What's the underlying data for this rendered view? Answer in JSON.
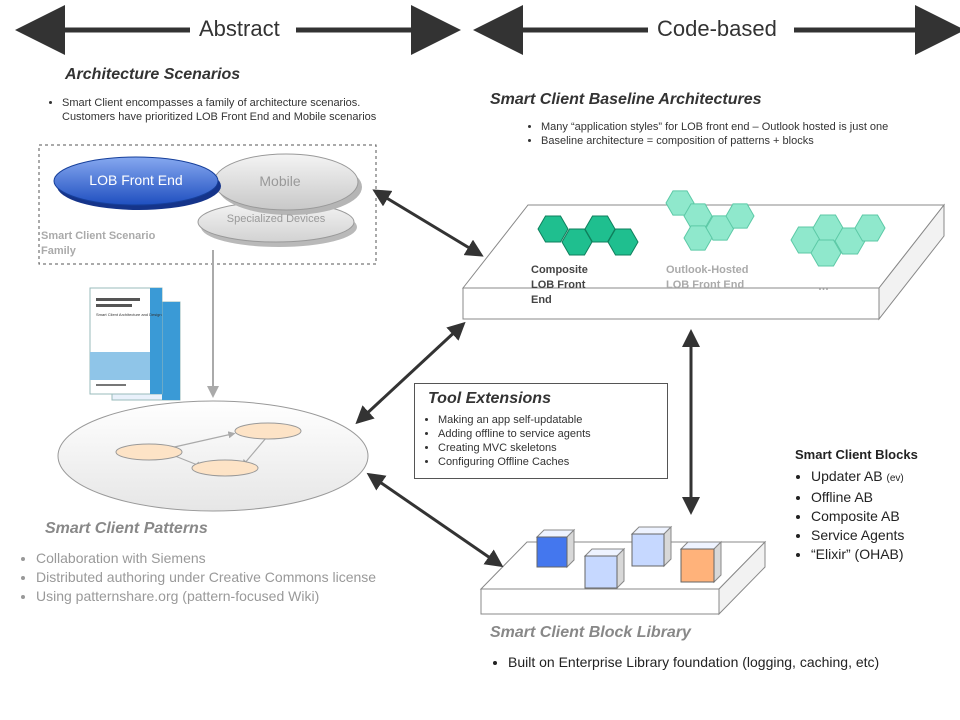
{
  "header": {
    "left": "Abstract",
    "right": "Code-based"
  },
  "architecture_scenarios": {
    "title": "Architecture Scenarios",
    "bullet": "Smart Client encompasses a family of architecture scenarios. Customers have prioritized LOB Front End and Mobile scenarios",
    "family_label": "Smart Client Scenario Family",
    "ellipses": {
      "lob": "LOB Front End",
      "mobile": "Mobile",
      "devices": "Specialized Devices"
    }
  },
  "baseline": {
    "title": "Smart Client Baseline Architectures",
    "bullets": [
      "Many “application styles” for LOB front end – Outlook hosted is just one",
      "Baseline architecture = composition of patterns + blocks"
    ],
    "clusters": [
      "Composite LOB Front End",
      "Outlook-Hosted LOB Front End",
      "…"
    ]
  },
  "tool_extensions": {
    "title": "Tool Extensions",
    "bullets": [
      "Making an app self-updatable",
      "Adding offline to service agents",
      "Creating MVC skeletons",
      "Configuring Offline Caches"
    ]
  },
  "blocks": {
    "title": "Smart Client Blocks",
    "items": [
      {
        "name": "Updater AB",
        "note": "(ev)"
      },
      {
        "name": "Offline AB",
        "note": ""
      },
      {
        "name": "Composite AB",
        "note": ""
      },
      {
        "name": "Service Agents",
        "note": ""
      },
      {
        "name": "“Elixir” (OHAB)",
        "note": ""
      }
    ]
  },
  "patterns": {
    "title": "Smart Client Patterns",
    "bullets": [
      "Collaboration with Siemens",
      "Distributed authoring under Creative Commons license",
      "Using patternshare.org (pattern-focused Wiki)"
    ]
  },
  "block_library": {
    "title": "Smart Client Block Library",
    "bullet": "Built on Enterprise Library foundation (logging, caching, etc)"
  },
  "book": {
    "title": "Smart Client Architecture and Design"
  },
  "colors": {
    "hex_green": "#1fbf8f",
    "hex_mint": "#8fe8cc",
    "lob_ellipse": "#2f66d8",
    "cube_blue": "#4477ee",
    "cube_light": "#c6d8ff",
    "cube_orange": "#ffb27a",
    "pattern_node": "#fde3c6"
  }
}
